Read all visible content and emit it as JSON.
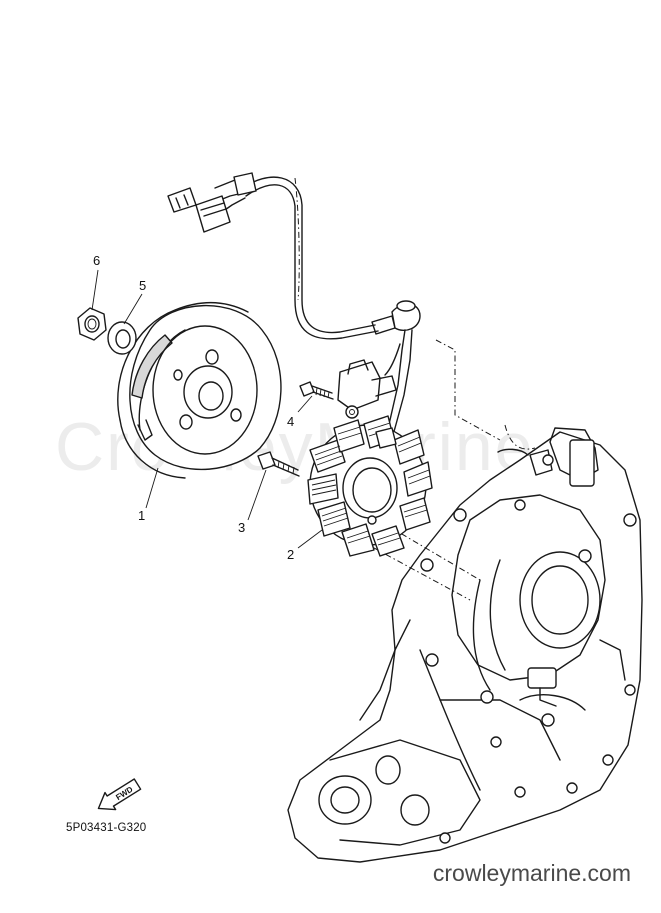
{
  "callouts": [
    {
      "id": "1",
      "label": "1"
    },
    {
      "id": "2",
      "label": "2"
    },
    {
      "id": "3",
      "label": "3"
    },
    {
      "id": "4",
      "label": "4"
    },
    {
      "id": "5",
      "label": "5"
    },
    {
      "id": "6",
      "label": "6"
    }
  ],
  "diagram_code": "5P03431-G320",
  "watermark_text": "CrowleyMarine",
  "website": "crowleymarine.com",
  "fwd_label": "FWD"
}
